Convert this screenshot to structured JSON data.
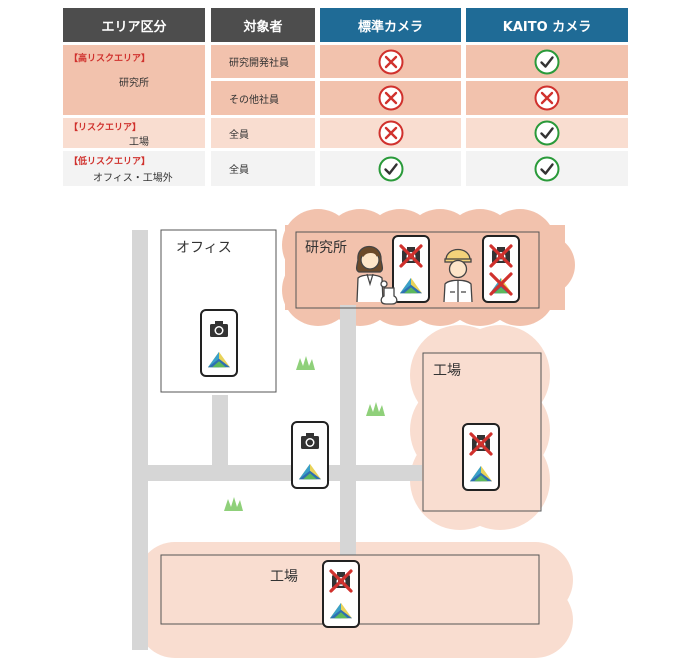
{
  "table": {
    "headers": {
      "area": "エリア区分",
      "target": "対象者",
      "standard": "標準カメラ",
      "kaito": "KAITO カメラ"
    },
    "rows": [
      {
        "risk_title": "【高リスクエリア】",
        "risk_name": "研究所",
        "target": "研究開発社員",
        "standard": "ng",
        "kaito": "ok"
      },
      {
        "risk_title": "",
        "risk_name": "",
        "target": "その他社員",
        "standard": "ng",
        "kaito": "ng"
      },
      {
        "risk_title": "【リスクエリア】",
        "risk_name": "工場",
        "target": "全員",
        "standard": "ng",
        "kaito": "ok"
      },
      {
        "risk_title": "【低リスクエリア】",
        "risk_name": "オフィス・工場外",
        "target": "全員",
        "standard": "ok",
        "kaito": "ok"
      }
    ]
  },
  "map": {
    "office_label": "オフィス",
    "lab_label": "研究所",
    "factory_right_label": "工場",
    "factory_bottom_label": "工場"
  },
  "colors": {
    "header_gray": "#4d4d4d",
    "header_blue": "#1f6b96",
    "high_risk": "#f2c2ad",
    "risk": "#f9ddd0",
    "low_risk": "#f3f3f3",
    "ok_green": "#2a9a3a",
    "ng_red": "#d0312d",
    "path_gray": "#d6d6d6"
  }
}
